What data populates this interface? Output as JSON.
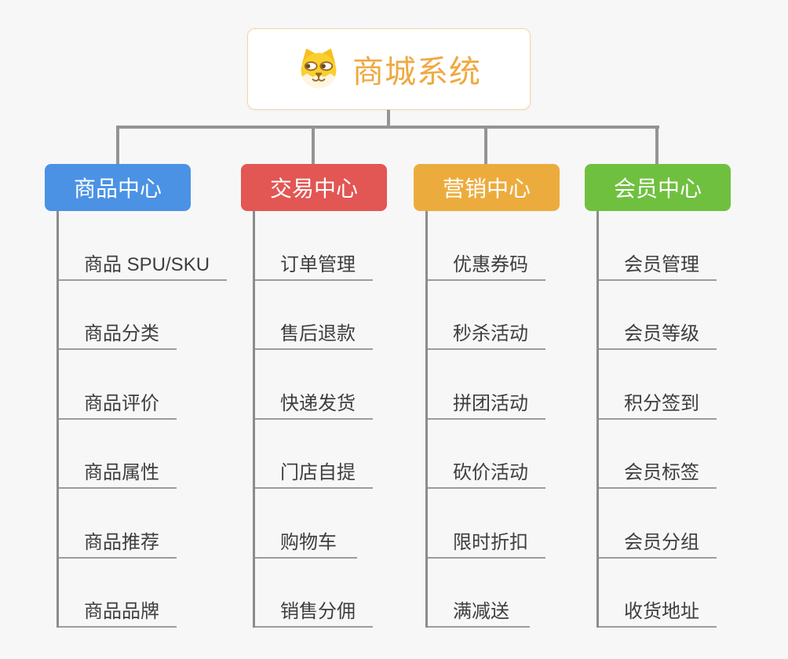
{
  "root": {
    "title": "商城系统",
    "icon": "dog-face-icon"
  },
  "branches": [
    {
      "label": "商品中心",
      "color": "#4b92e5",
      "items": [
        "商品 SPU/SKU",
        "商品分类",
        "商品评价",
        "商品属性",
        "商品推荐",
        "商品品牌"
      ]
    },
    {
      "label": "交易中心",
      "color": "#e25653",
      "items": [
        "订单管理",
        "售后退款",
        "快递发货",
        "门店自提",
        "购物车",
        "销售分佣"
      ]
    },
    {
      "label": "营销中心",
      "color": "#ecac3d",
      "items": [
        "优惠券码",
        "秒杀活动",
        "拼团活动",
        "砍价活动",
        "限时折扣",
        "满减送"
      ]
    },
    {
      "label": "会员中心",
      "color": "#70c040",
      "items": [
        "会员管理",
        "会员等级",
        "积分签到",
        "会员标签",
        "会员分组",
        "收货地址"
      ]
    }
  ],
  "colors": {
    "background": "#f7f7f7",
    "connector": "#949494",
    "column_line": "#8c8c8c",
    "leaf_underline": "#9c9c9c",
    "leaf_text": "#3e3e3e",
    "root_text": "#efa841",
    "root_border": "#eda94e",
    "branch_text": "#ffffff"
  }
}
